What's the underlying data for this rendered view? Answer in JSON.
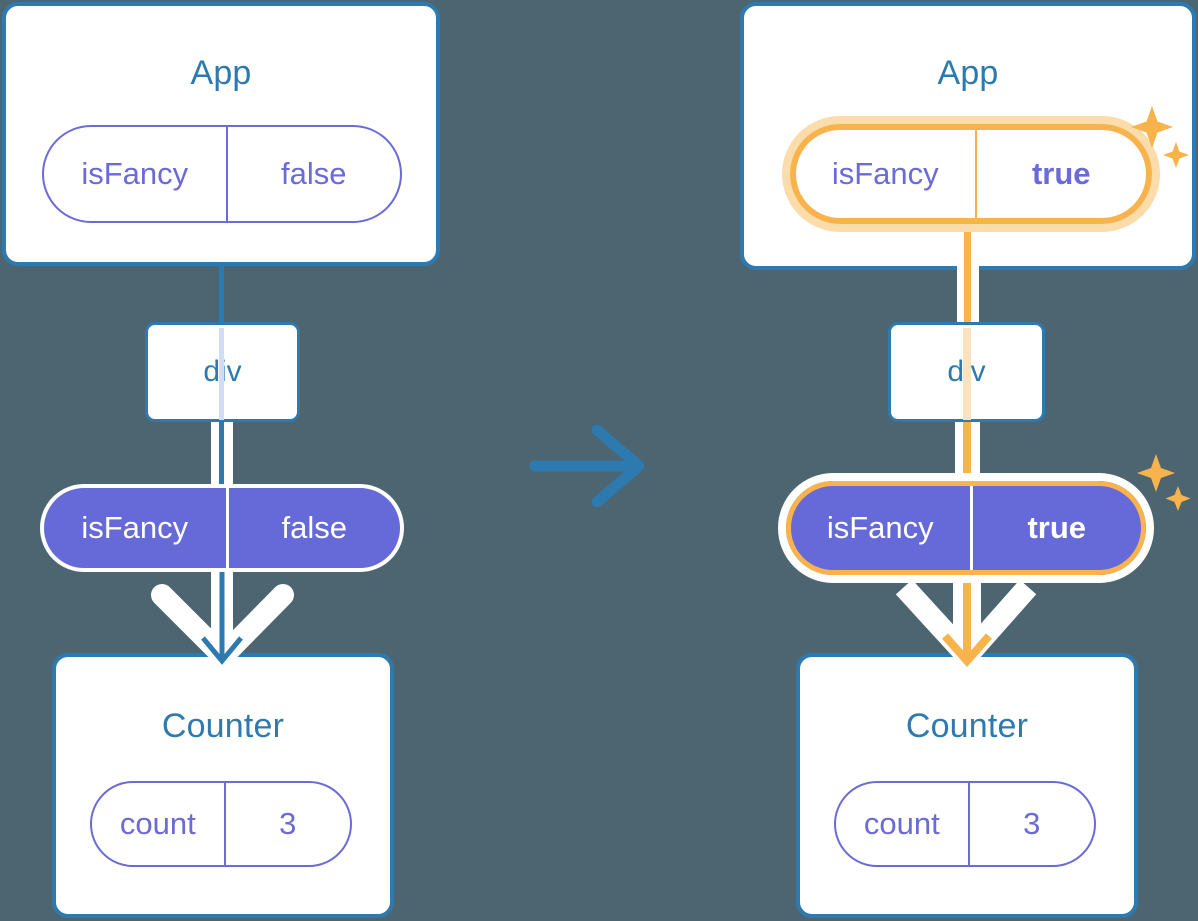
{
  "diagram": {
    "title": "React state update propagation diagram",
    "background_color": "#4d6570",
    "accent_blue": "#2d7ab0",
    "accent_purple": "#666ad8",
    "accent_amber": "#f8b34c",
    "transition_arrow": "right-arrow"
  },
  "before": {
    "app_card": {
      "title": "App",
      "state_pill": {
        "label": "isFancy",
        "value": "false",
        "highlighted": false
      }
    },
    "div_node": {
      "label": "div"
    },
    "prop_pill": {
      "label": "isFancy",
      "value": "false",
      "highlighted": false
    },
    "counter_card": {
      "title": "Counter",
      "state_pill": {
        "label": "count",
        "value": "3",
        "highlighted": false
      }
    }
  },
  "after": {
    "app_card": {
      "title": "App",
      "state_pill": {
        "label": "isFancy",
        "value": "true",
        "highlighted": true
      }
    },
    "div_node": {
      "label": "div"
    },
    "prop_pill": {
      "label": "isFancy",
      "value": "true",
      "highlighted": true
    },
    "counter_card": {
      "title": "Counter",
      "state_pill": {
        "label": "count",
        "value": "3",
        "highlighted": false
      }
    },
    "sparkle_top": "sparkles-icon",
    "sparkle_mid": "sparkles-icon"
  }
}
